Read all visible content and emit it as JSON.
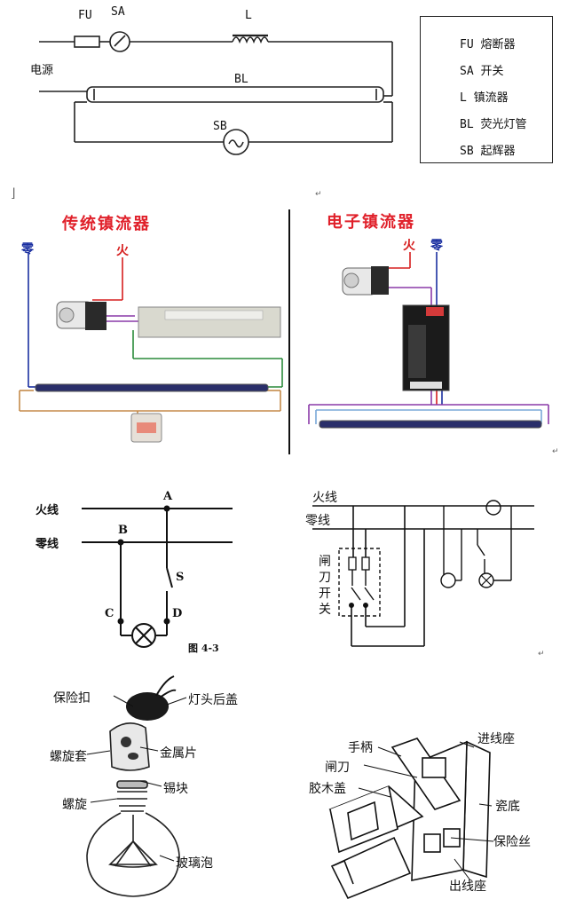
{
  "circuit1": {
    "fu": "FU",
    "sa": "SA",
    "l": "L",
    "power": "电源",
    "bl": "BL",
    "sb": "SB"
  },
  "legend": {
    "items": [
      "FU 熔断器",
      "SA 开关",
      "L 镇流器",
      "BL 荧光灯管",
      "SB 起辉器"
    ]
  },
  "ballast": {
    "traditional_title": "传统镇流器",
    "traditional_zero": "零",
    "traditional_fire": "火",
    "electronic_title": "电子镇流器",
    "electronic_fire": "火",
    "electronic_zero": "零"
  },
  "wiring_left": {
    "live": "火线",
    "neutral": "零线",
    "a": "A",
    "b": "B",
    "s": "S",
    "c": "C",
    "d": "D",
    "fig": "图 4-3"
  },
  "wiring_right": {
    "live": "火线",
    "neutral": "零线",
    "switch_chars": [
      "闸",
      "刀",
      "开",
      "关"
    ]
  },
  "bulb": {
    "labels": [
      "保险扣",
      "灯头后盖",
      "螺旋套",
      "金属片",
      "锡块",
      "螺旋",
      "玻璃泡"
    ]
  },
  "knife_switch": {
    "labels": [
      "手柄",
      "进线座",
      "闸刀",
      "胶木盖",
      "瓷底",
      "保险丝",
      "出线座"
    ]
  },
  "colors": {
    "red_wire": "#d61e1e",
    "blue_wire": "#1a2fa0",
    "green_wire": "#2a8a3a",
    "purple_wire": "#8a3aa8",
    "title_red": "#e0202a"
  }
}
